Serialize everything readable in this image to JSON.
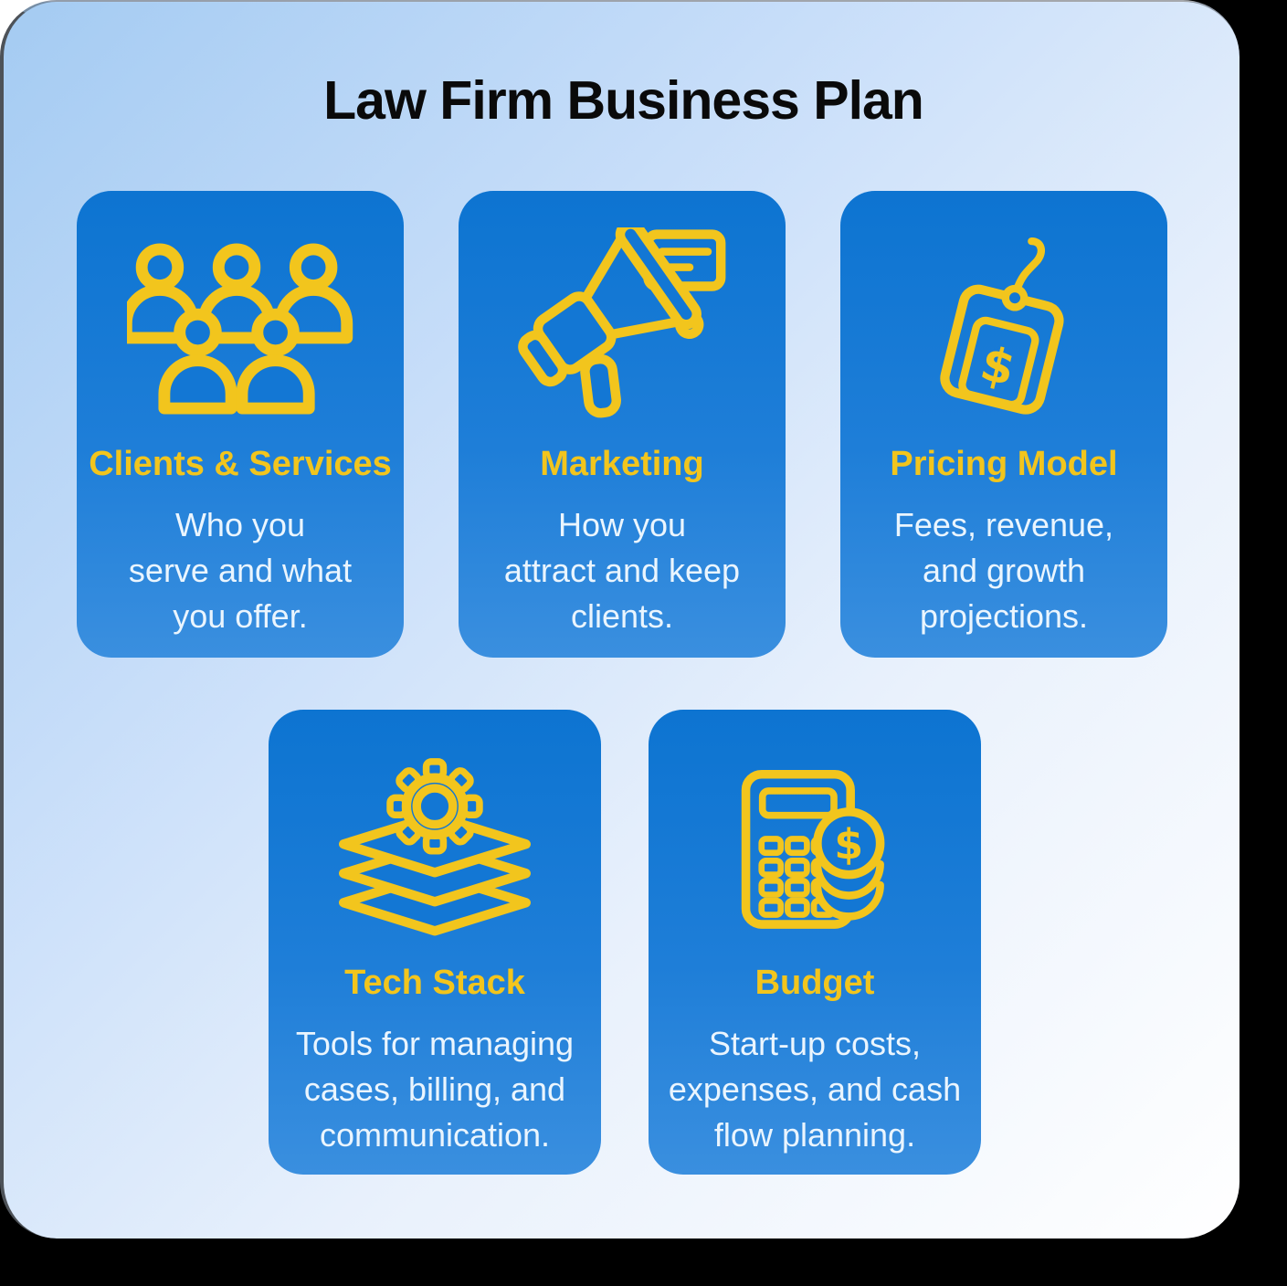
{
  "page": {
    "title": "Law Firm Business Plan",
    "outer_background": "#000000",
    "corner_fill": "#ffffff",
    "panel_gradient_start": "#a4cbf2",
    "panel_gradient_end": "#ffffff"
  },
  "colors": {
    "card_gradient_top": "#0d74d1",
    "card_gradient_bottom": "#3a8fdf",
    "accent_yellow": "#F2C51D",
    "card_body_text": "#EAF5FE",
    "title_text": "#0a0a0a"
  },
  "icons": {
    "currency_symbol": "$"
  },
  "cards": [
    {
      "id": "clients-services",
      "icon": "people-group-icon",
      "title": "Clients & Services",
      "desc_lines": [
        "Who you",
        "serve and what",
        "you offer."
      ]
    },
    {
      "id": "marketing",
      "icon": "megaphone-icon",
      "title": "Marketing",
      "desc_lines": [
        "How you",
        "attract and keep",
        "clients."
      ]
    },
    {
      "id": "pricing-model",
      "icon": "price-tag-icon",
      "title": "Pricing Model",
      "desc_lines": [
        "Fees, revenue,",
        "and growth",
        "projections."
      ]
    },
    {
      "id": "tech-stack",
      "icon": "layers-gear-icon",
      "title": "Tech Stack",
      "desc_lines": [
        "Tools for managing",
        "cases, billing, and",
        "communication."
      ]
    },
    {
      "id": "budget",
      "icon": "calculator-coins-icon",
      "title": "Budget",
      "desc_lines": [
        "Start-up costs,",
        "expenses, and cash",
        "flow planning."
      ]
    }
  ]
}
